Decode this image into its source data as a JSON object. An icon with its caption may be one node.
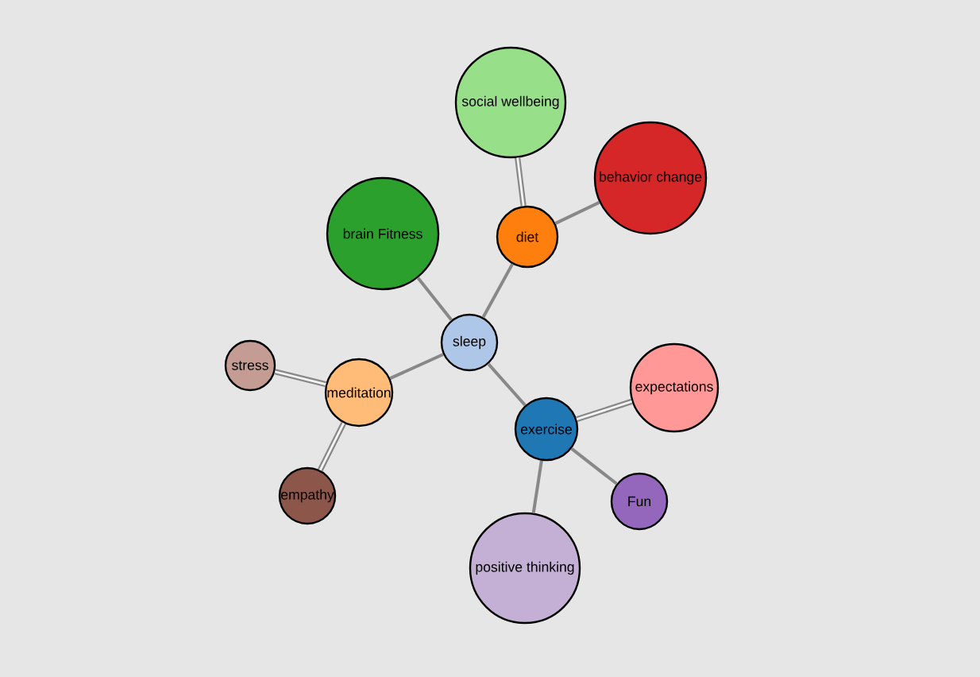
{
  "diagram": {
    "nodes": [
      {
        "text": [
          "social wellbeing"
        ]
      },
      {
        "text": [
          "behavior change"
        ]
      },
      {
        "text": [
          "brain Fitness"
        ]
      },
      {
        "text": [
          "diet"
        ]
      },
      {
        "text": [
          "sleep"
        ]
      },
      {
        "text": [
          "stress"
        ]
      },
      {
        "text": [
          "expectations"
        ]
      },
      {
        "text": [
          "meditation"
        ]
      },
      {
        "text": [
          "exercise"
        ]
      },
      {
        "text": [
          "empathy"
        ]
      },
      {
        "text": [
          "Fun"
        ]
      },
      {
        "text": [
          "positive thinking"
        ]
      }
    ],
    "edges": [
      {
        "from": 4,
        "to": 3,
        "arrow": "none"
      },
      {
        "from": 4,
        "to": 2,
        "arrow": "none"
      },
      {
        "from": 4,
        "to": 7,
        "arrow": "none"
      },
      {
        "from": 4,
        "to": 8,
        "arrow": "none"
      },
      {
        "from": 3,
        "to": 0,
        "arrow": "none",
        "style": "thick"
      },
      {
        "from": 3,
        "to": 1,
        "arrow": "none"
      },
      {
        "from": 7,
        "to": 5,
        "arrow": "none",
        "style": "thick"
      },
      {
        "from": 7,
        "to": 9,
        "arrow": "none",
        "style": "thick"
      },
      {
        "from": 8,
        "to": 6,
        "arrow": "none",
        "style": "thick"
      },
      {
        "from": 8,
        "to": 10,
        "arrow": "none"
      },
      {
        "from": 8,
        "to": 11,
        "arrow": "none"
      }
    ]
  }
}
